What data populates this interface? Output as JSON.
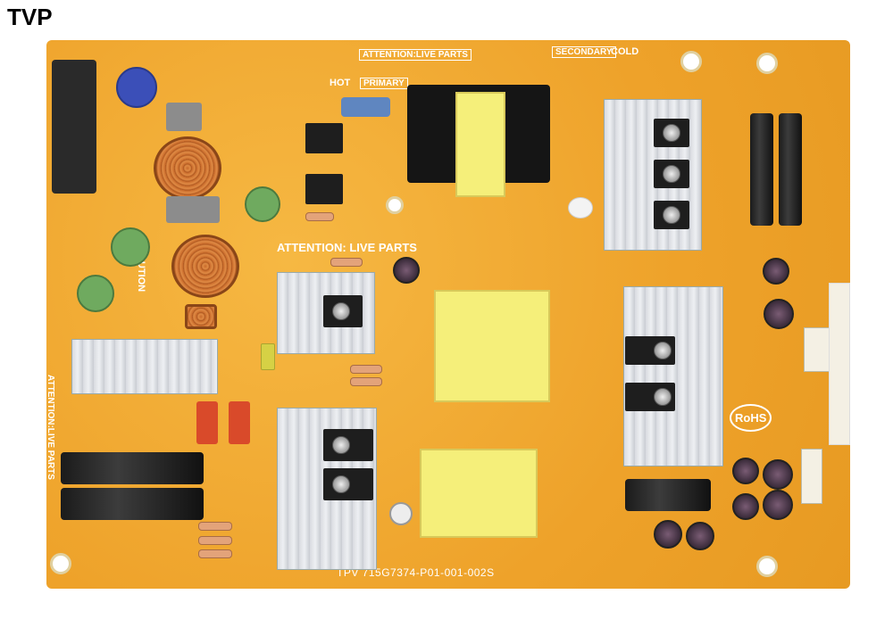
{
  "brand": "TVP",
  "silkscreen": {
    "attention_top": "ATTENTION:LIVE PARTS",
    "secondary": "SECONDARY",
    "cold": "COLD",
    "hot": "HOT",
    "primary": "PRIMARY",
    "attention_mid": "ATTENTION: LIVE PARTS",
    "caution": "CAUTION",
    "attention_left": "ATTENTION:LIVE PARTS",
    "rohs": "RoHS",
    "part_number": "TPV  715G7374-P01-001-002S"
  },
  "colors": {
    "board": "#f0a830",
    "silkscreen": "#ffffff",
    "brand_text": "#000000"
  }
}
